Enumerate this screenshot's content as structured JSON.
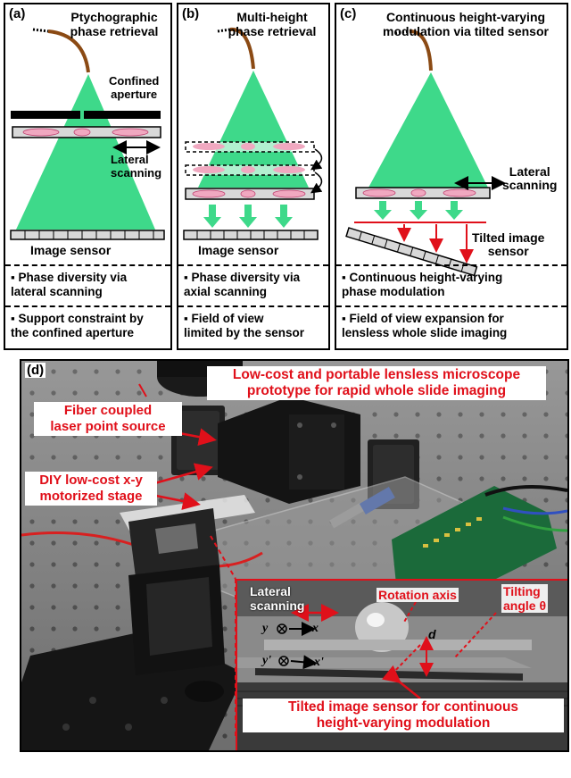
{
  "panel_a": {
    "label": "(a)",
    "title": "Ptychographic\nphase retrieval",
    "confined": "Confined\naperture",
    "lateral": "Lateral\nscanning",
    "sensor": "Image sensor",
    "note1": "▪ Phase diversity via\nlateral scanning",
    "note2": "▪ Support constraint by\nthe confined aperture"
  },
  "panel_b": {
    "label": "(b)",
    "title": "Multi-height\nphase retrieval",
    "sensor": "Image sensor",
    "note1": "▪ Phase diversity via\naxial scanning",
    "note2": "▪ Field of view\nlimited by the sensor"
  },
  "panel_c": {
    "label": "(c)",
    "title": "Continuous height-varying\nmodulation via tilted sensor",
    "lateral": "Lateral\nscanning",
    "tilted": "Tilted image\nsensor",
    "note1": "▪ Continuous height-varying\nphase modulation",
    "note2": "▪ Field of view expansion for\nlensless whole slide imaging"
  },
  "panel_d": {
    "label": "(d)",
    "title": "Low-cost and portable lensless microscope\nprototype for rapid whole slide imaging",
    "fiber": "Fiber coupled\nlaser point source",
    "stage": "DIY low-cost x-y\nmotorized stage",
    "inset_lateral": "Lateral\nscanning",
    "inset_axis": "Rotation axis",
    "inset_angle": "Tilting\nangle θ",
    "inset_d": "d",
    "axis_y": "y",
    "axis_x": "x",
    "axis_yp": "y'",
    "axis_xp": "x'",
    "inset_caption": "Tilted image sensor for continuous\nheight-varying modulation"
  },
  "colors": {
    "beam": "#3ed98a",
    "sample": "#f0a8c0",
    "fiber": "#8b4a14",
    "red": "#e0101a"
  }
}
